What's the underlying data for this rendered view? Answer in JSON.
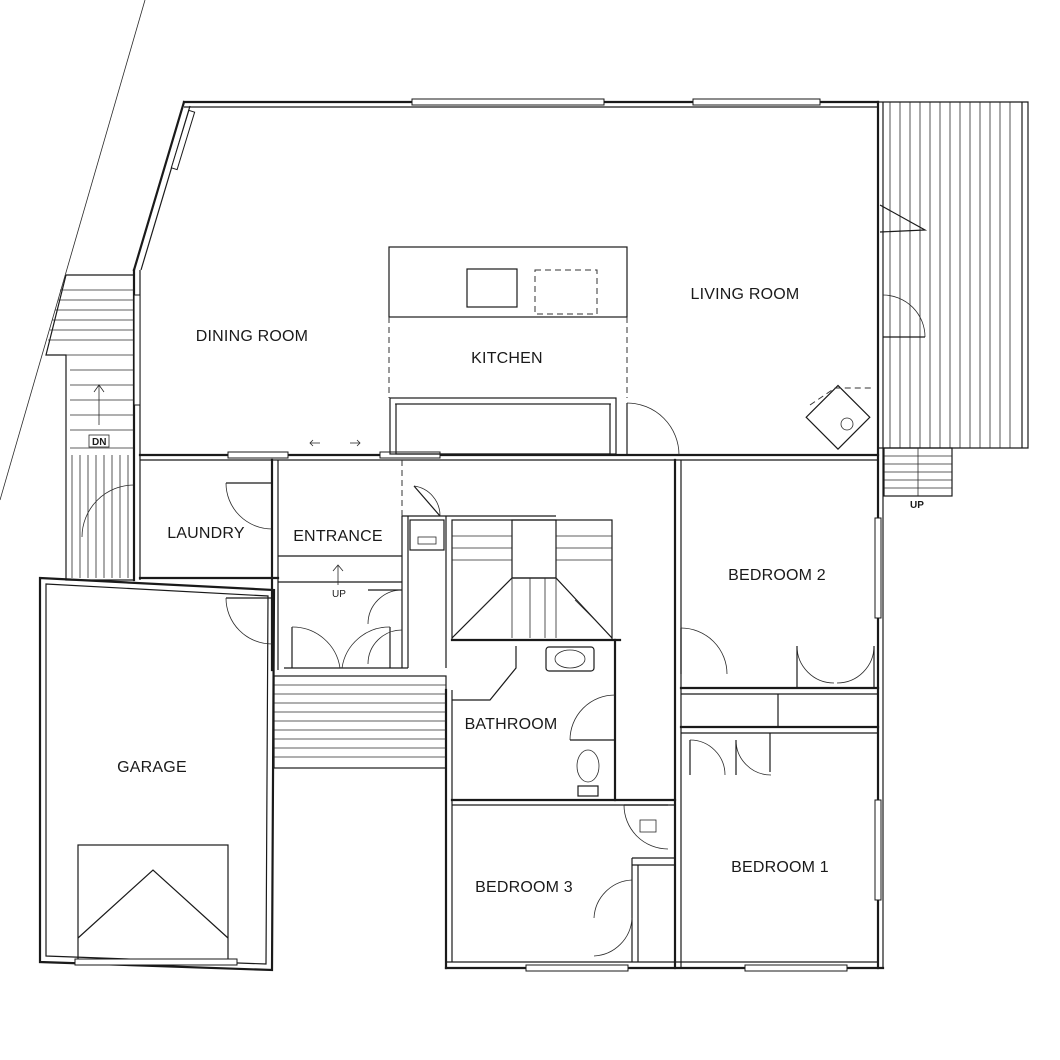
{
  "rooms": {
    "dining_room": "DINING ROOM",
    "kitchen": "KITCHEN",
    "living_room": "LIVING ROOM",
    "laundry": "LAUNDRY",
    "entrance": "ENTRANCE",
    "bedroom_2": "BEDROOM 2",
    "bathroom": "BATHROOM",
    "garage": "GARAGE",
    "bedroom_3": "BEDROOM 3",
    "bedroom_1": "BEDROOM 1"
  },
  "stair_labels": {
    "left_stair": "DN",
    "entrance_stair": "UP",
    "deck_stair": "UP"
  },
  "colors": {
    "line": "#1a1a1a",
    "background": "#ffffff"
  }
}
